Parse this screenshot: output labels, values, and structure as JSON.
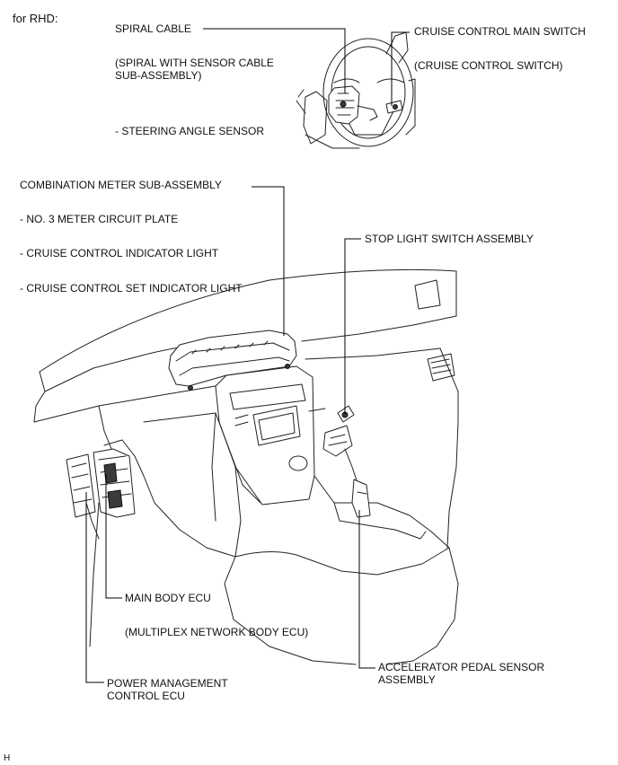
{
  "header": {
    "variant": "for RHD:"
  },
  "footer": {
    "code": "H"
  },
  "labels": {
    "spiral_cable": "SPIRAL CABLE",
    "spiral_sub1": "(SPIRAL WITH SENSOR CABLE",
    "spiral_sub2": "SUB-ASSEMBLY)",
    "steering_angle": "- STEERING ANGLE SENSOR",
    "cruise_main": "CRUISE CONTROL MAIN SWITCH",
    "cruise_sub": "(CRUISE CONTROL SWITCH)",
    "combo_meter": "COMBINATION METER SUB-ASSEMBLY",
    "meter_plate": "- NO. 3 METER CIRCUIT PLATE",
    "cruise_indicator": "- CRUISE CONTROL INDICATOR LIGHT",
    "cruise_set": "- CRUISE CONTROL SET INDICATOR LIGHT",
    "stop_light": "STOP LIGHT SWITCH ASSEMBLY",
    "main_body": "MAIN BODY ECU",
    "main_body_sub": "(MULTIPLEX NETWORK BODY ECU)",
    "accel1": "ACCELERATOR PEDAL SENSOR",
    "accel2": "ASSEMBLY",
    "power1": "POWER MANAGEMENT",
    "power2": "CONTROL ECU"
  }
}
